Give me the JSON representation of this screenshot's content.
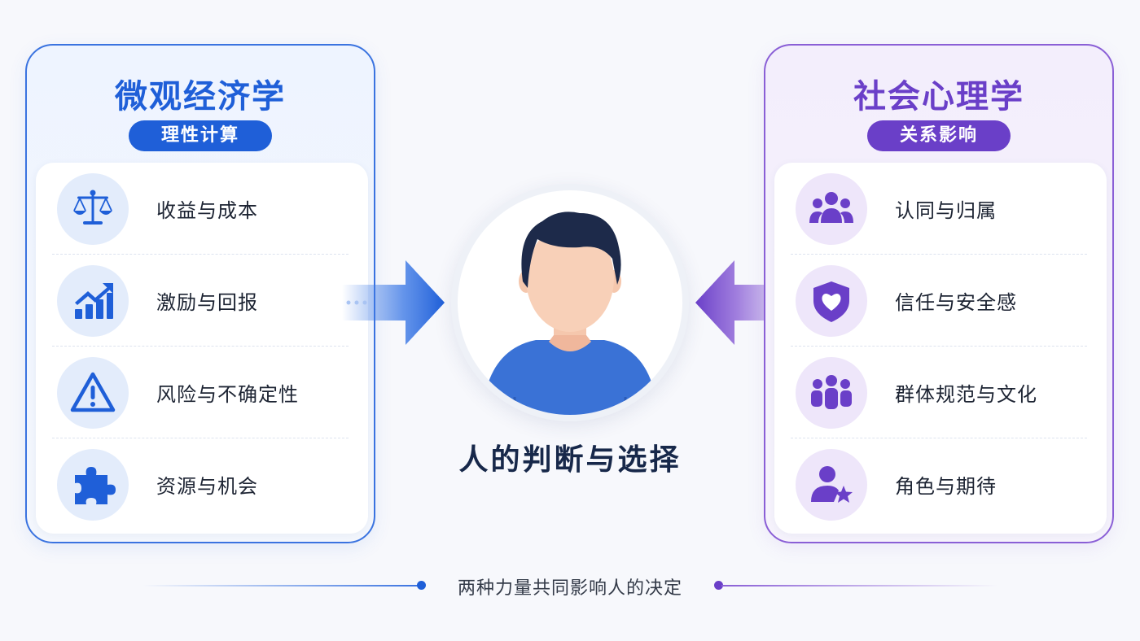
{
  "left_panel": {
    "title": "微观经济学",
    "subtitle": "理性计算",
    "accent": "#1f5fd8",
    "items": [
      {
        "label": "收益与成本",
        "icon": "scales-icon"
      },
      {
        "label": "激励与回报",
        "icon": "growth-chart-icon"
      },
      {
        "label": "风险与不确定性",
        "icon": "warning-icon"
      },
      {
        "label": "资源与机会",
        "icon": "puzzle-icon"
      }
    ]
  },
  "right_panel": {
    "title": "社会心理学",
    "subtitle": "关系影响",
    "accent": "#6a3fc8",
    "items": [
      {
        "label": "认同与归属",
        "icon": "people-group-icon"
      },
      {
        "label": "信任与安全感",
        "icon": "shield-heart-icon"
      },
      {
        "label": "群体规范与文化",
        "icon": "crowd-icon"
      },
      {
        "label": "角色与期待",
        "icon": "user-star-icon"
      }
    ]
  },
  "center": {
    "label": "人的判断与选择",
    "icon": "person-avatar-icon"
  },
  "footer": {
    "text": "两种力量共同影响人的决定"
  }
}
